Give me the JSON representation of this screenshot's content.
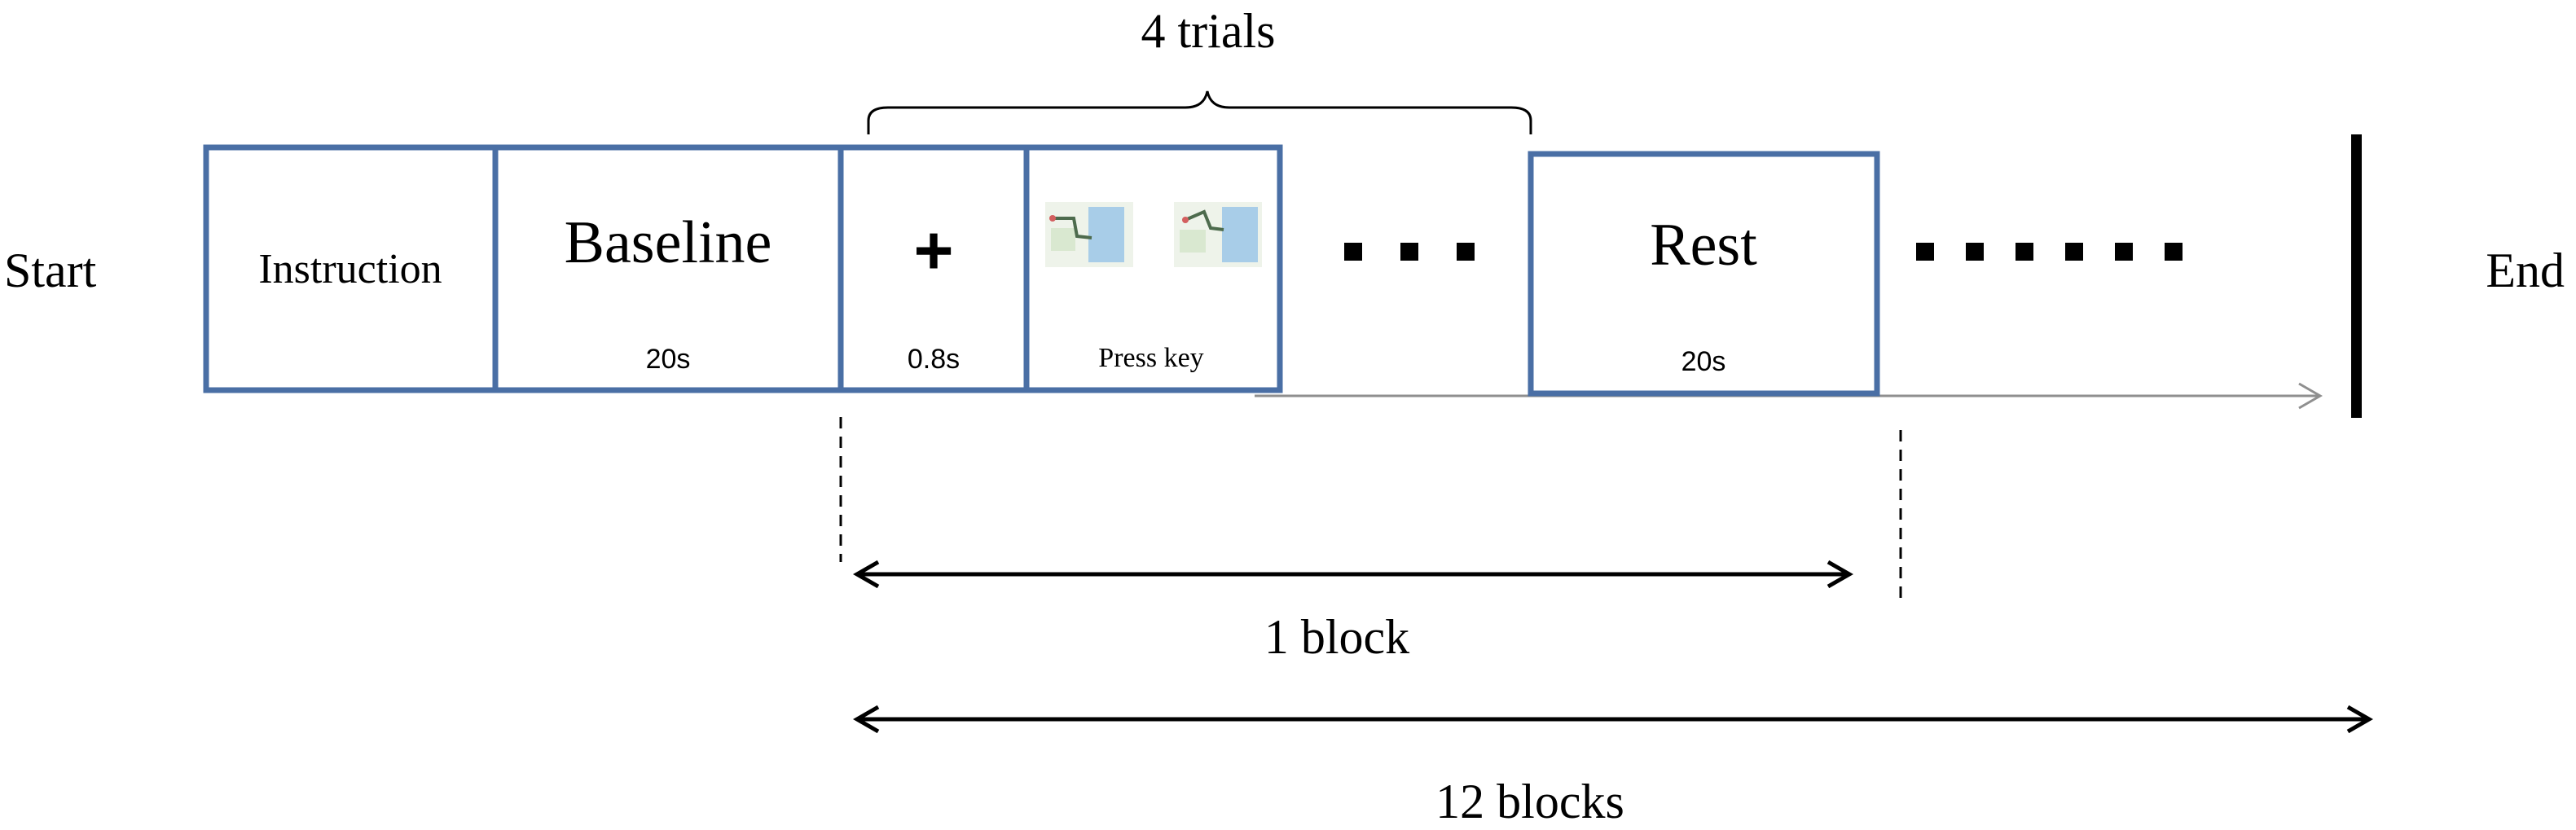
{
  "labels": {
    "start": "Start",
    "end": "End",
    "instruction": "Instruction",
    "baseline": "Baseline",
    "baseline_duration": "20s",
    "fixation_symbol": "+",
    "fixation_duration": "0.8s",
    "response_label": "Press key",
    "rest": "Rest",
    "rest_duration": "20s",
    "trials_brace": "4 trials",
    "one_block": "1 block",
    "twelve_blocks": "12 blocks"
  },
  "colors": {
    "box_border": "#4a6fa5",
    "timeline_arrow": "#8f8f8f",
    "text": "#000000",
    "map_water": "#a8cde8",
    "map_land": "#d9e8d0"
  },
  "icons": {
    "stimulus": "route-map-thumbnail-icon"
  }
}
